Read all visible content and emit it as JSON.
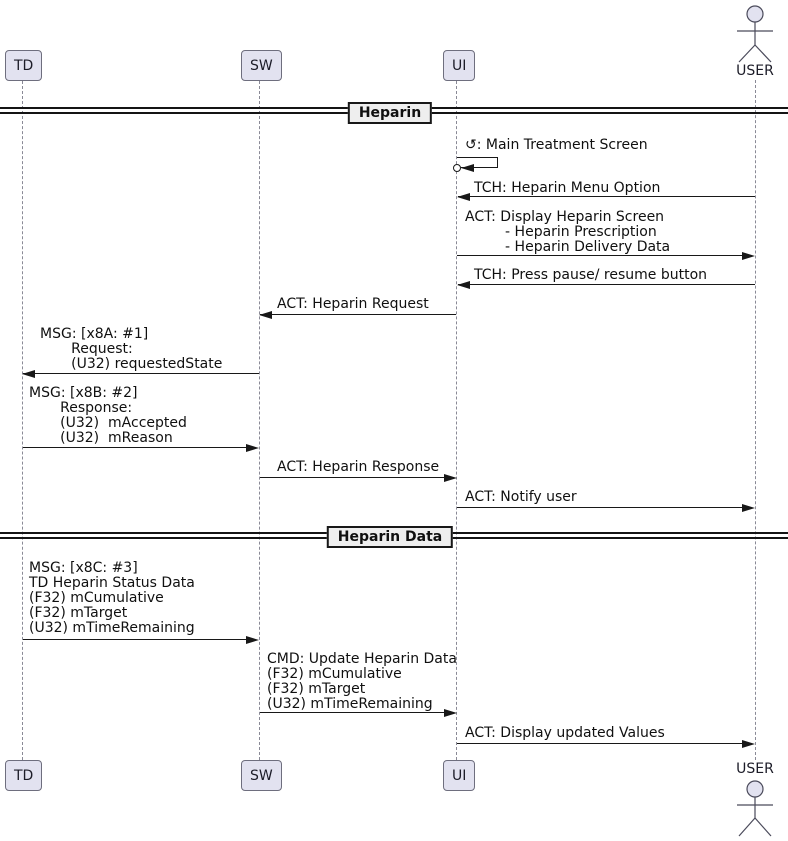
{
  "participants": {
    "td": {
      "label": "TD",
      "type": "participant-box"
    },
    "sw": {
      "label": "SW",
      "type": "participant-box"
    },
    "ui": {
      "label": "UI",
      "type": "participant-box"
    },
    "user": {
      "label": "USER",
      "type": "actor"
    }
  },
  "dividers": {
    "heparin": {
      "label": "Heparin"
    },
    "heparin_data": {
      "label": "Heparin Data"
    }
  },
  "messages": {
    "main_treatment_screen": {
      "from": "UI",
      "to": "UI",
      "text": "↺: Main Treatment Screen"
    },
    "heparin_menu_option": {
      "from": "USER",
      "to": "UI",
      "text": "TCH: Heparin Menu Option"
    },
    "display_heparin_screen": {
      "from": "UI",
      "to": "USER",
      "text": "ACT: Display Heparin Screen\n         - Heparin Prescription\n         - Heparin Delivery Data"
    },
    "press_pause_resume": {
      "from": "USER",
      "to": "UI",
      "text": "TCH: Press pause/ resume button"
    },
    "heparin_request": {
      "from": "UI",
      "to": "SW",
      "text": "ACT: Heparin Request"
    },
    "msg_x8a_request": {
      "from": "SW",
      "to": "TD",
      "text": "MSG: [x8A: #1]\n       Request:\n       (U32) requestedState"
    },
    "msg_x8b_response": {
      "from": "TD",
      "to": "SW",
      "text": "MSG: [x8B: #2]\n       Response:\n       (U32)  mAccepted\n       (U32)  mReason"
    },
    "heparin_response": {
      "from": "SW",
      "to": "UI",
      "text": "ACT: Heparin Response"
    },
    "notify_user": {
      "from": "UI",
      "to": "USER",
      "text": "ACT: Notify user"
    },
    "msg_x8c_status_data": {
      "from": "TD",
      "to": "SW",
      "text": "MSG: [x8C: #3]\nTD Heparin Status Data\n(F32) mCumulative\n(F32) mTarget\n(U32) mTimeRemaining"
    },
    "cmd_update_heparin": {
      "from": "SW",
      "to": "UI",
      "text": "CMD: Update Heparin Data\n(F32) mCumulative\n(F32) mTarget\n(U32) mTimeRemaining"
    },
    "display_updated_values": {
      "from": "UI",
      "to": "USER",
      "text": "ACT: Display updated Values"
    }
  },
  "colors": {
    "participant_fill": "#E2E2F0",
    "participant_border": "#6e6e7e",
    "divider_fill": "#EEEEEE",
    "line": "#181818",
    "lifeline": "#8a8a96",
    "background": "#FFFFFF"
  }
}
